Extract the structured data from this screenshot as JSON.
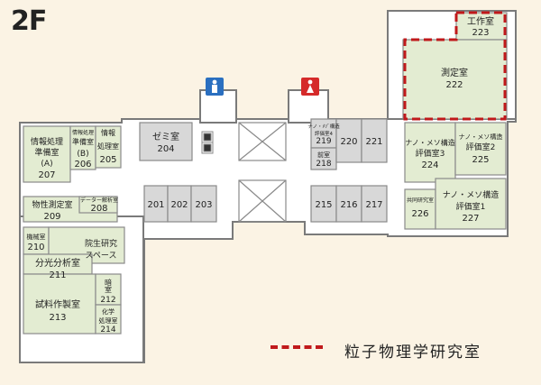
{
  "floor": "2F",
  "legend": {
    "label": "粒子物理学研究室",
    "color": "#c0191b"
  },
  "colors": {
    "lab": "#e3ecd2",
    "seminar": "#d8d8d8",
    "corridor": "#ffffff",
    "wall": "#7a7a7a",
    "highlight": "#c0191b",
    "restroom_male": "#2a6fc0",
    "restroom_female": "#d52a2a"
  },
  "rooms": {
    "r223": {
      "name": "工作室",
      "number": "223"
    },
    "r222": {
      "name": "測定室",
      "number": "222"
    },
    "r207": {
      "name1": "情報処理",
      "name2": "準備室",
      "name3": "(A)",
      "number": "207"
    },
    "r206": {
      "name1": "情報処理",
      "name2": "準備室",
      "name3": "(B)",
      "number": "206"
    },
    "r205": {
      "name1": "情報",
      "name2": "処理室",
      "number": "205"
    },
    "r204": {
      "name": "ゼミ室",
      "number": "204"
    },
    "r201": {
      "number": "201"
    },
    "r202": {
      "number": "202"
    },
    "r203": {
      "number": "203"
    },
    "r219": {
      "name1": "ナノ・ﾒｿﾞ構造",
      "name2": "評価室4",
      "number": "219"
    },
    "r218": {
      "name": "前室",
      "number": "218"
    },
    "r220": {
      "number": "220"
    },
    "r221": {
      "number": "221"
    },
    "r215": {
      "number": "215"
    },
    "r216": {
      "number": "216"
    },
    "r217": {
      "number": "217"
    },
    "r224": {
      "name1": "ナノ・メソ構造",
      "name2": "評価室3",
      "number": "224"
    },
    "r225": {
      "name1": "ナノ・メソ構造",
      "name2": "評価室2",
      "number": "225"
    },
    "r226": {
      "name": "共同研究室",
      "number": "226"
    },
    "r227": {
      "name1": "ナノ・メソ構造",
      "name2": "評価室1",
      "number": "227"
    },
    "r208": {
      "name": "データー解析室",
      "number": "208"
    },
    "r209": {
      "name": "物性測定室",
      "number": "209"
    },
    "r210": {
      "name": "機械室",
      "number": "210"
    },
    "r211": {
      "name": "分光分析室",
      "number": "211"
    },
    "r213": {
      "name": "試料作製室",
      "number": "213"
    },
    "r212": {
      "name1": "暗",
      "name2": "室",
      "number": "212"
    },
    "r214": {
      "name1": "化学",
      "name2": "処理室",
      "number": "214"
    },
    "grad": {
      "name1": "院生研究",
      "name2": "スペース"
    }
  }
}
